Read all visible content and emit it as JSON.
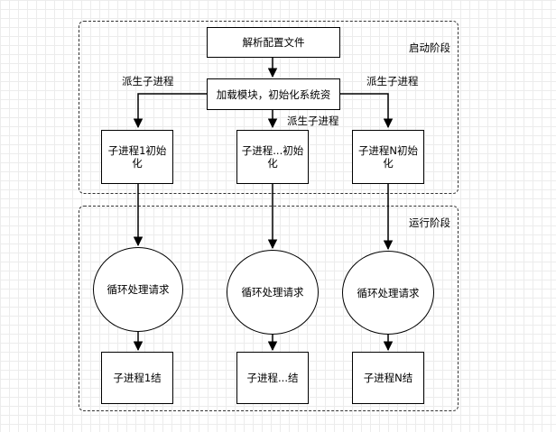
{
  "stages": {
    "startup": "启动阶段",
    "runtime": "运行阶段"
  },
  "nodes": {
    "parse_config": "解析配置文件",
    "load_modules": "加载模块，初始化系统资",
    "child1_init": "子进程1初始化",
    "childx_init": "子进程...初始化",
    "childn_init": "子进程N初始化",
    "loop1": "循环处理请求",
    "loopx": "循环处理请求",
    "loopn": "循环处理请求",
    "child1_end": "子进程1结",
    "childx_end": "子进程...结",
    "childn_end": "子进程N结"
  },
  "edge_labels": {
    "fork_left": "派生子进程",
    "fork_middle": "派生子进程",
    "fork_right": "派生子进程"
  }
}
